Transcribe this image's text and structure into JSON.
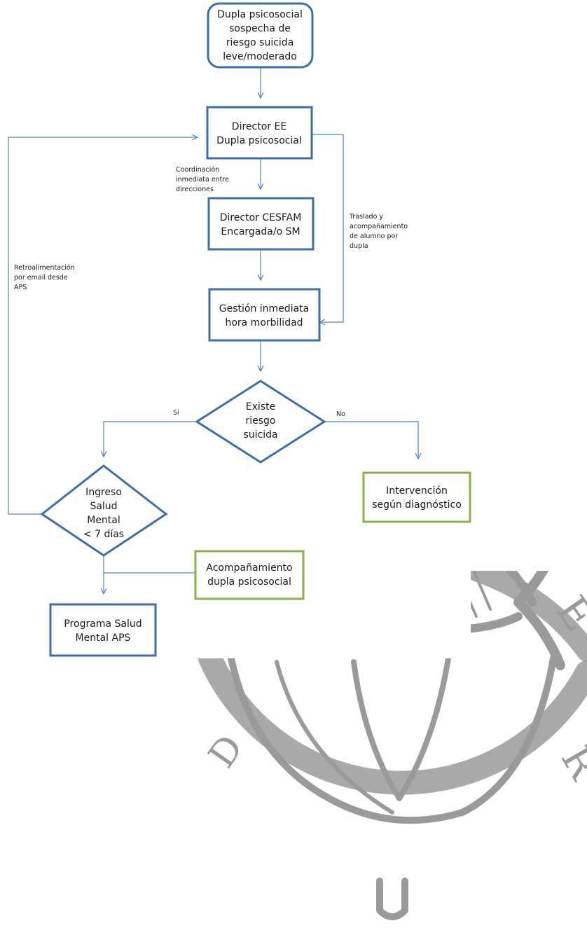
{
  "colors": {
    "box_border_blue": "#3f6ea6",
    "box_border_green": "#8db04c",
    "connector": "#4f81bd",
    "watermark": "#9a9a9a"
  },
  "nodes": {
    "start": [
      "Dupla psicosocial",
      "sospecha de",
      "riesgo suicida",
      "leve/moderado"
    ],
    "director_ee": [
      "Director EE",
      "Dupla psicosocial"
    ],
    "director_cesfam": [
      "Director CESFAM",
      "Encargada/o SM"
    ],
    "gestion": [
      "Gestión inmediata",
      "hora morbilidad"
    ],
    "decision_riesgo": [
      "Existe",
      "riesgo",
      "suicida"
    ],
    "decision_ingreso": [
      "Ingreso",
      "Salud",
      "Mental",
      "< 7 días"
    ],
    "intervencion": [
      "Intervención",
      "según diagnóstico"
    ],
    "acompanamiento": [
      "Acompañamiento",
      "dupla psicosocial"
    ],
    "programa": [
      "Programa Salud",
      "Mental APS"
    ]
  },
  "edge_labels": {
    "coordinacion": [
      "Coordinación",
      "inmediata entre",
      "direcciones"
    ],
    "traslado": [
      "Traslado y",
      "acompañamiento",
      "de alumno por",
      "dupla"
    ],
    "retroalimentacion": [
      "Retroalimentación",
      "por email desde",
      "APS"
    ],
    "si": "Si",
    "no": "No"
  },
  "watermark": {
    "icon": "fish-seal-icon",
    "letters": [
      "E",
      "D",
      "R",
      "U"
    ]
  }
}
